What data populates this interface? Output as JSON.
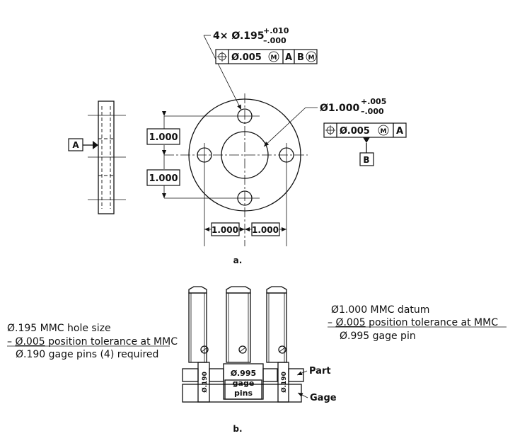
{
  "view_a": {
    "caption": "a.",
    "datum_a": "A",
    "datum_b": "B",
    "holes_callout": {
      "qty": "4×",
      "dia": "Ø.195",
      "tol_plus": "+.010",
      "tol_minus": "–.000"
    },
    "holes_fcf": {
      "symbol": "⌖",
      "tolerance": "Ø.005",
      "modifier": "M",
      "datum1": "A",
      "datum2": "B",
      "datum2_modifier": "M"
    },
    "bore_callout": {
      "dia": "Ø1.000",
      "tol_plus": "+.005",
      "tol_minus": "–.000"
    },
    "bore_fcf": {
      "symbol": "⌖",
      "tolerance": "Ø.005",
      "modifier": "M",
      "datum1": "A"
    },
    "dims": {
      "v_upper": "1.000",
      "v_lower": "1.000",
      "h_left": "1.000",
      "h_right": "1.000"
    }
  },
  "view_b": {
    "caption": "b.",
    "left_calc": {
      "line1": "Ø.195 MMC hole size",
      "line2_prefix": "– ",
      "line2_underlined": "Ø.005",
      "line2_rest": " position tolerance at MMC",
      "line3": "Ø.190 gage pins (4) required"
    },
    "right_calc": {
      "line1": "Ø1.000 MMC datum",
      "line2_prefix": "– ",
      "line2_underlined": "Ø.005",
      "line2_rest": " position tolerance at MMC",
      "line3": "Ø.995 gage pin"
    },
    "center_pin_label": [
      "Ø.995",
      "gage",
      "pins"
    ],
    "small_pin_label": "Ø.190",
    "part_label": "Part",
    "gage_label": "Gage"
  }
}
